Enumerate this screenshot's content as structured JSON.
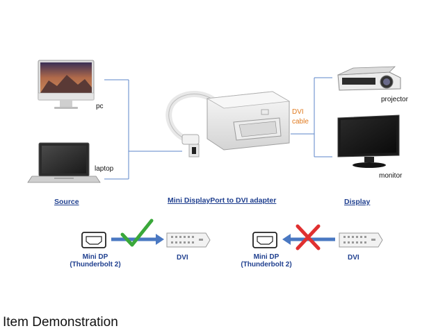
{
  "devices": {
    "pc": "pc",
    "laptop": "laptop",
    "projector": "projector",
    "monitor": "monitor"
  },
  "cable": {
    "line1": "DVI",
    "line2": "cable"
  },
  "headers": {
    "source": "Source",
    "adapter": "Mini DisplayPort to DVI adapter",
    "display": "Display"
  },
  "compat_ok": {
    "from_line1": "Mini DP",
    "from_line2": "(Thunderbolt 2)",
    "to": "DVI"
  },
  "compat_bad": {
    "to_line1": "Mini DP",
    "to_line2": "(Thunderbolt 2)",
    "from": "DVI"
  },
  "caption": "Item Demonstration",
  "colors": {
    "header_blue": "#1f3f8f",
    "cable_orange": "#e07a1f",
    "arrow_blue": "#4a78c2",
    "check_green": "#3aa83a",
    "cross_red": "#e03030",
    "line_blue": "#5b85c8"
  }
}
